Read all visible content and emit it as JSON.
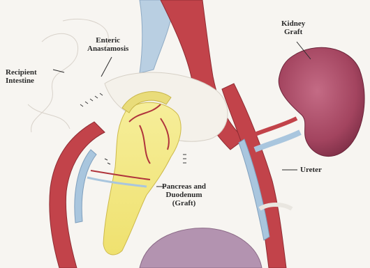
{
  "labels": {
    "enteric": [
      "Enteric",
      "Anastamosis"
    ],
    "recipient": [
      "Recipient",
      "Intestine"
    ],
    "kidney": [
      "Kidney",
      "Graft"
    ],
    "ureter": "Ureter",
    "pancreas": [
      "Pancreas and",
      "Duodenum",
      "(Graft)"
    ]
  },
  "colors": {
    "background": "#f7f5f1",
    "artery": "#c2434a",
    "vein": "#a9c6de",
    "kidney": "#a3445f",
    "pancreas": "#f2e680",
    "label_text": "#2b2b2b"
  }
}
